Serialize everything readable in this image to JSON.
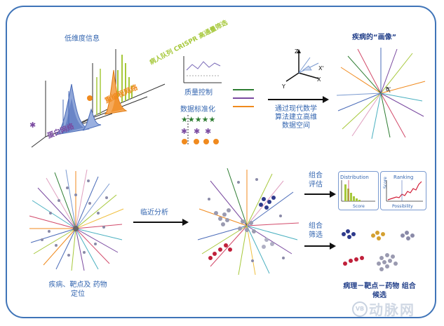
{
  "top_left": {
    "title": "低维度信息",
    "label_lime": "病人队列 CRISPR 高通量筛选",
    "label_orange": "重编程网络",
    "label_purple": "蛋白网络"
  },
  "middle": {
    "quality_control": "质量控制",
    "data_standardization": "数据标准化",
    "math_text": "通过现代数学 算法建立高维 数据空间"
  },
  "axes": {
    "z": "Z",
    "x_prime": "X'",
    "y": "Y",
    "x": "X"
  },
  "top_right": {
    "title": "疾病的“画像”",
    "theta": "θ'"
  },
  "bottom": {
    "left_caption": "疾病、靶点及 药物定位",
    "neighbor_analysis": "临近分析",
    "combo_eval": "组合 评估",
    "combo_screen": "组合 筛选",
    "result_caption": "病理－靶点－药物 组合候选"
  },
  "mini_charts": {
    "distribution_title": "Distribution",
    "distribution_xlabel": "Score",
    "ranking_title": "Ranking",
    "ranking_ylabel": "Score",
    "ranking_xlabel": "Possibility"
  },
  "watermark": {
    "text": "动脉网",
    "logo": "VB"
  },
  "colors": {
    "frame": "#3f74b8",
    "label_blue": "#3466b0",
    "orange": "#f08a1e",
    "lime": "#a6c83a",
    "purple": "#7a4aa0",
    "star_green": "#2e7d32"
  }
}
